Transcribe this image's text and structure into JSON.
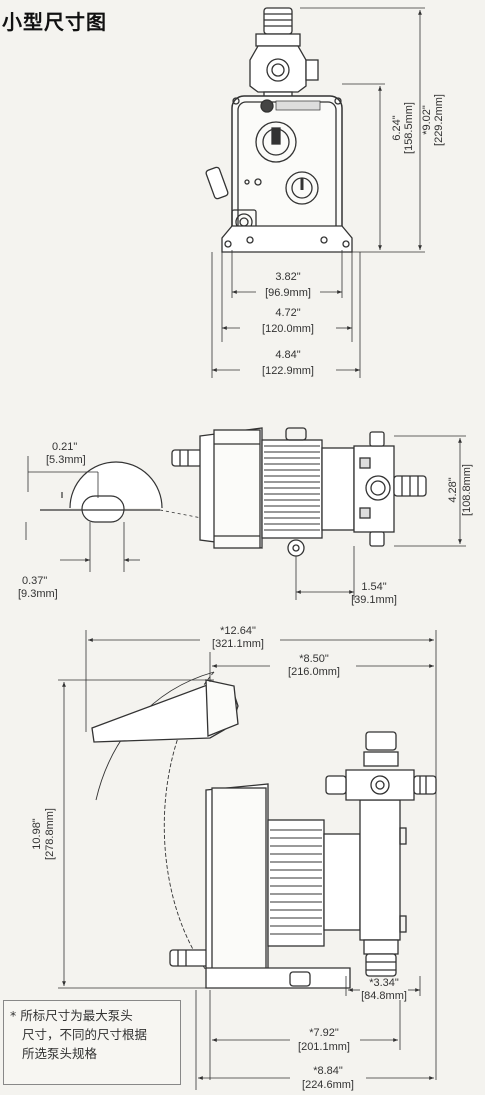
{
  "title": "小型尺寸图",
  "front_view": {
    "height_overall": {
      "in": "*9.02\"",
      "mm": "[229.2mm]"
    },
    "height_body": {
      "in": "6.24\"",
      "mm": "[158.5mm]"
    },
    "width_mount": {
      "in": "3.82\"",
      "mm": "[96.9mm]"
    },
    "width_body": {
      "in": "4.72\"",
      "mm": "[120.0mm]"
    },
    "width_base": {
      "in": "4.84\"",
      "mm": "[122.9mm]"
    }
  },
  "top_view": {
    "slot_width": {
      "in": "0.21\"",
      "mm": "[5.3mm]"
    },
    "slot_length": {
      "in": "0.37\"",
      "mm": "[9.3mm]"
    },
    "offset": {
      "in": "1.54\"",
      "mm": "[39.1mm]"
    },
    "height": {
      "in": "4.28\"",
      "mm": "[108.8mm]"
    }
  },
  "side_view": {
    "total_length": {
      "in": "*12.64\"",
      "mm": "[321.1mm]"
    },
    "length_b": {
      "in": "*8.50\"",
      "mm": "[216.0mm]"
    },
    "height": {
      "in": "10.98\"",
      "mm": "[278.8mm]"
    },
    "head_width": {
      "in": "*3.34\"",
      "mm": "[84.8mm]"
    },
    "base_length": {
      "in": "*7.92\"",
      "mm": "[201.1mm]"
    },
    "overall_length": {
      "in": "*8.84\"",
      "mm": "[224.6mm]"
    }
  },
  "note": {
    "line1": "* 所标尺寸为最大泵头",
    "line2": "尺寸，不同的尺寸根据",
    "line3": "所选泵头规格"
  }
}
